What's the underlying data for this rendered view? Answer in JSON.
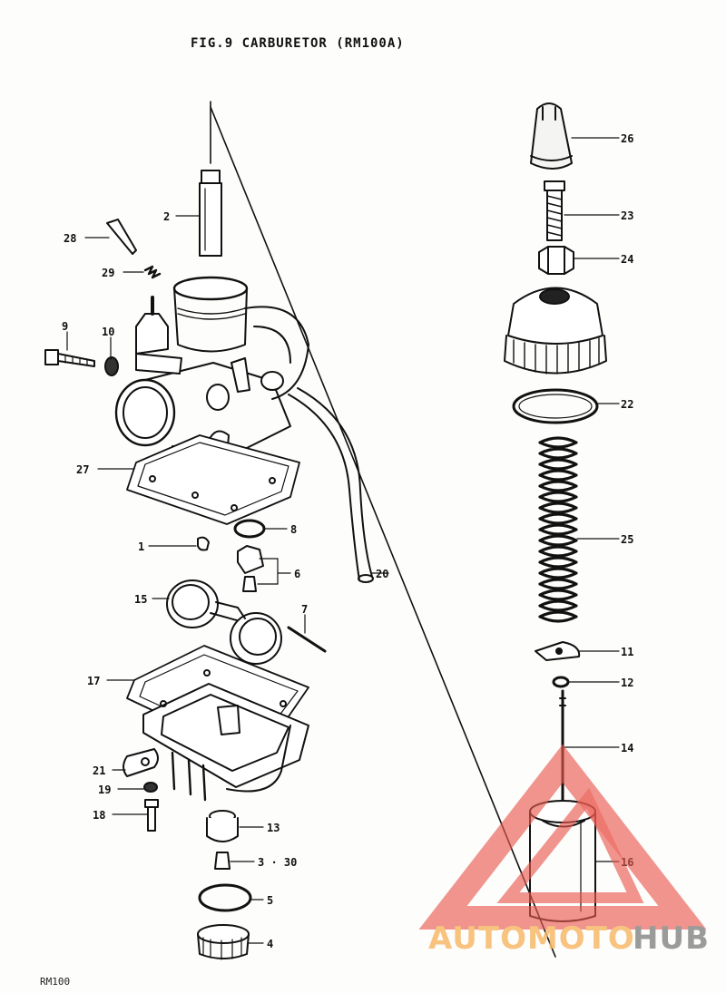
{
  "title": "FIG.9  CARBURETOR (RM100A)",
  "footer": "RM100",
  "watermark": {
    "part1": "AUTOMOTO",
    "part2": "HUB",
    "color1": "#f6b96a",
    "color2": "#8a8a8a",
    "triangle_color": "#e8584f"
  },
  "callouts": [
    {
      "id": "26",
      "label": "26"
    },
    {
      "id": "23",
      "label": "23"
    },
    {
      "id": "24",
      "label": "24"
    },
    {
      "id": "22",
      "label": "22"
    },
    {
      "id": "25",
      "label": "25"
    },
    {
      "id": "11",
      "label": "11"
    },
    {
      "id": "12",
      "label": "12"
    },
    {
      "id": "14",
      "label": "14"
    },
    {
      "id": "16",
      "label": "16"
    },
    {
      "id": "2",
      "label": "2"
    },
    {
      "id": "28",
      "label": "28"
    },
    {
      "id": "29",
      "label": "29"
    },
    {
      "id": "9",
      "label": "9"
    },
    {
      "id": "10",
      "label": "10"
    },
    {
      "id": "27",
      "label": "27"
    },
    {
      "id": "8",
      "label": "8"
    },
    {
      "id": "1",
      "label": "1"
    },
    {
      "id": "6",
      "label": "6"
    },
    {
      "id": "20",
      "label": "20"
    },
    {
      "id": "15",
      "label": "15"
    },
    {
      "id": "7",
      "label": "7"
    },
    {
      "id": "17",
      "label": "17"
    },
    {
      "id": "21",
      "label": "21"
    },
    {
      "id": "19",
      "label": "19"
    },
    {
      "id": "18",
      "label": "18"
    },
    {
      "id": "13",
      "label": "13"
    },
    {
      "id": "3-30",
      "label": "3 · 30"
    },
    {
      "id": "5",
      "label": "5"
    },
    {
      "id": "4",
      "label": "4"
    }
  ]
}
